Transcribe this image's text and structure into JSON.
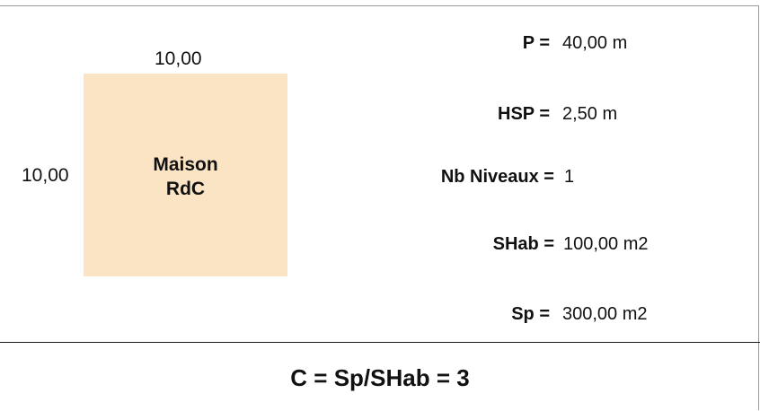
{
  "plan": {
    "width_label": "10,00",
    "depth_label": "10,00",
    "house_label_line1": "Maison",
    "house_label_line2": "RdC",
    "house_fill": "#fbe4c3"
  },
  "properties": [
    {
      "label": "P =",
      "value": "40,00 m"
    },
    {
      "label": "HSP =",
      "value": "2,50 m"
    },
    {
      "label": "Nb Niveaux =",
      "value": "1"
    },
    {
      "label": "SHab =",
      "value": "100,00 m2"
    },
    {
      "label": "Sp =",
      "value": "300,00 m2"
    }
  ],
  "result": {
    "formula": "C = Sp/SHab = 3"
  }
}
